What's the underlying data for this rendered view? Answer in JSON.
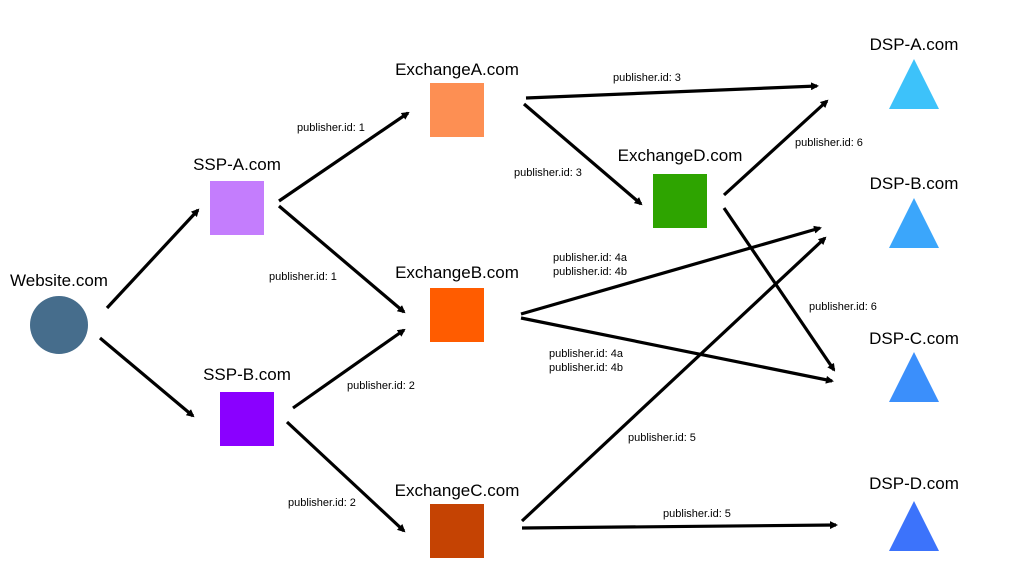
{
  "nodes": {
    "website": {
      "label": "Website.com",
      "color": "#466d8c",
      "shape": "circle"
    },
    "ssp_a": {
      "label": "SSP-A.com",
      "color": "#c47dfd",
      "shape": "square"
    },
    "ssp_b": {
      "label": "SSP-B.com",
      "color": "#8a00ff",
      "shape": "square"
    },
    "exchange_a": {
      "label": "ExchangeA.com",
      "color": "#fd8f53",
      "shape": "square"
    },
    "exchange_b": {
      "label": "ExchangeB.com",
      "color": "#ff5c00",
      "shape": "square"
    },
    "exchange_c": {
      "label": "ExchangeC.com",
      "color": "#c54303",
      "shape": "square"
    },
    "exchange_d": {
      "label": "ExchangeD.com",
      "color": "#2ea400",
      "shape": "square"
    },
    "dsp_a": {
      "label": "DSP-A.com",
      "color": "#3dc2fa",
      "shape": "triangle"
    },
    "dsp_b": {
      "label": "DSP-B.com",
      "color": "#3ba6fb",
      "shape": "triangle"
    },
    "dsp_c": {
      "label": "DSP-C.com",
      "color": "#3b8ffb",
      "shape": "triangle"
    },
    "dsp_d": {
      "label": "DSP-D.com",
      "color": "#3c73fb",
      "shape": "triangle"
    }
  },
  "edges": [
    {
      "from": "website",
      "to": "ssp_a",
      "label": []
    },
    {
      "from": "website",
      "to": "ssp_b",
      "label": []
    },
    {
      "from": "ssp_a",
      "to": "exchange_a",
      "label": [
        "publisher.id: 1"
      ]
    },
    {
      "from": "ssp_a",
      "to": "exchange_b",
      "label": [
        "publisher.id: 1"
      ]
    },
    {
      "from": "ssp_b",
      "to": "exchange_b",
      "label": [
        "publisher.id: 2"
      ]
    },
    {
      "from": "ssp_b",
      "to": "exchange_c",
      "label": [
        "publisher.id: 2"
      ]
    },
    {
      "from": "exchange_a",
      "to": "dsp_a",
      "label": [
        "publisher.id: 3"
      ]
    },
    {
      "from": "exchange_a",
      "to": "exchange_d",
      "label": [
        "publisher.id: 3"
      ]
    },
    {
      "from": "exchange_d",
      "to": "dsp_a",
      "label": [
        "publisher.id: 6"
      ]
    },
    {
      "from": "exchange_d",
      "to": "dsp_c",
      "label": [
        "publisher.id: 6"
      ]
    },
    {
      "from": "exchange_b",
      "to": "dsp_b",
      "label": [
        "publisher.id: 4a",
        "publisher.id: 4b"
      ]
    },
    {
      "from": "exchange_b",
      "to": "dsp_c",
      "label": [
        "publisher.id: 4a",
        "publisher.id: 4b"
      ]
    },
    {
      "from": "exchange_c",
      "to": "dsp_b",
      "label": [
        "publisher.id: 5"
      ]
    },
    {
      "from": "exchange_c",
      "to": "dsp_d",
      "label": [
        "publisher.id: 5"
      ]
    }
  ]
}
